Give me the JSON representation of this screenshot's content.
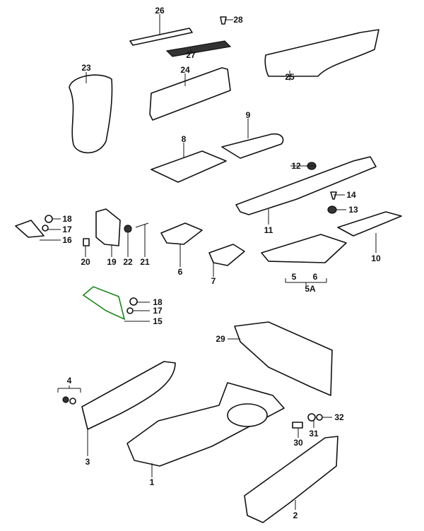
{
  "diagram": {
    "highlight_color": "#1a8a1a",
    "labels": [
      "26",
      "28",
      "27",
      "23",
      "24",
      "25",
      "9",
      "8",
      "12",
      "14",
      "13",
      "18",
      "17",
      "16",
      "11",
      "20",
      "19",
      "22",
      "21",
      "6",
      "7",
      "10",
      "5",
      "6",
      "5A",
      "18",
      "17",
      "15",
      "29",
      "4",
      "32",
      "31",
      "30",
      "3",
      "1",
      "2"
    ]
  }
}
